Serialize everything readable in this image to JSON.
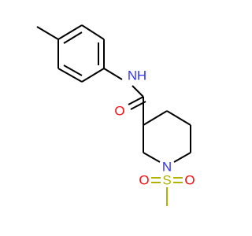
{
  "colors": {
    "bond": "#000000",
    "carbon": "#000000",
    "nitrogen": "#3333ff",
    "oxygen": "#ff0d0d",
    "sulfur": "#b2b200"
  },
  "atoms": {
    "amide_n": "N",
    "amide_h": "H",
    "carbonyl_o": "O",
    "ring_n": "N",
    "sulfur": "S",
    "sulfonyl_o_left": "O",
    "sulfonyl_o_right": "O"
  }
}
